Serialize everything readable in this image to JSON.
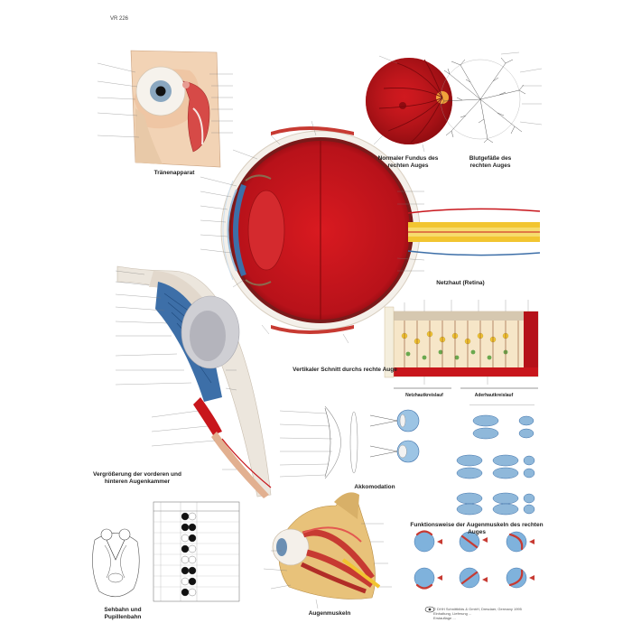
{
  "catalog_code": "VR 226",
  "captions": {
    "traenenapparat": "Tränenapparat",
    "fundus": "Normaler Fundus des rechten Auges",
    "blutgefaesse": "Blutgefäße des rechten Auges",
    "netzhaut": "Netzhaut (Retina)",
    "vertikaler_schnitt": "Vertikaler Schnitt durchs rechte Auge",
    "vergroesserung": "Vergrößerung der vorderen und hinteren Augenkammer",
    "akkomodation": "Akkomodation",
    "netzhautkreislauf": "Netzhautkreislauf",
    "aderhautkreislauf": "Aderhautkreislauf",
    "sehbahn": "Sehbahn und Pupillenbahn",
    "augenmuskeln": "Augenmuskeln",
    "funktionsweise": "Funktionsweise der Augenmuskeln des rechten Auges"
  },
  "copyright": {
    "line1": "© DHH Schnittbilds & GmbH, Dresdaer, Germany 1995",
    "line2": "Einhaltung, Lieferung ...",
    "line3": "Erstauflage ..."
  },
  "colors": {
    "eye_red": "#c8161c",
    "eye_dark": "#8a0a0d",
    "sclera": "#f4f0ea",
    "iris_blue": "#3d6fa8",
    "nerve_yellow": "#f2c531",
    "muscle_red": "#c73a32",
    "bone_tan": "#e8c27a"
  }
}
